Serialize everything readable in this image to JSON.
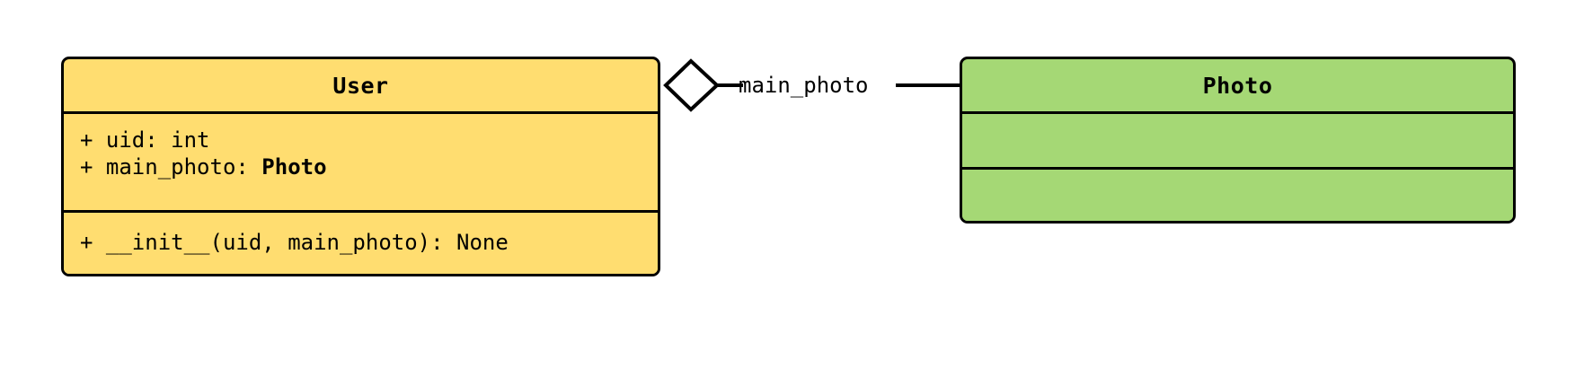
{
  "diagram": {
    "kind": "uml-class-diagram",
    "background_color": "#ffffff",
    "line_color": "#000000"
  },
  "classes": [
    {
      "id": "user",
      "name": "User",
      "fill_color": "#ffdd70",
      "attributes": [
        {
          "text": "+ uid: int",
          "bold_suffix": ""
        },
        {
          "prefix": "+ main_photo: ",
          "type": "Photo"
        }
      ],
      "methods": [
        {
          "text": "+ __init__(uid, main_photo): None"
        }
      ]
    },
    {
      "id": "photo",
      "name": "Photo",
      "fill_color": "#a5d875",
      "attributes": [],
      "methods": []
    }
  ],
  "relationship": {
    "type": "aggregation",
    "label": "main_photo",
    "source": "User",
    "target": "Photo",
    "diamond_fill": "#ffffff",
    "diamond_stroke": "#000000"
  }
}
